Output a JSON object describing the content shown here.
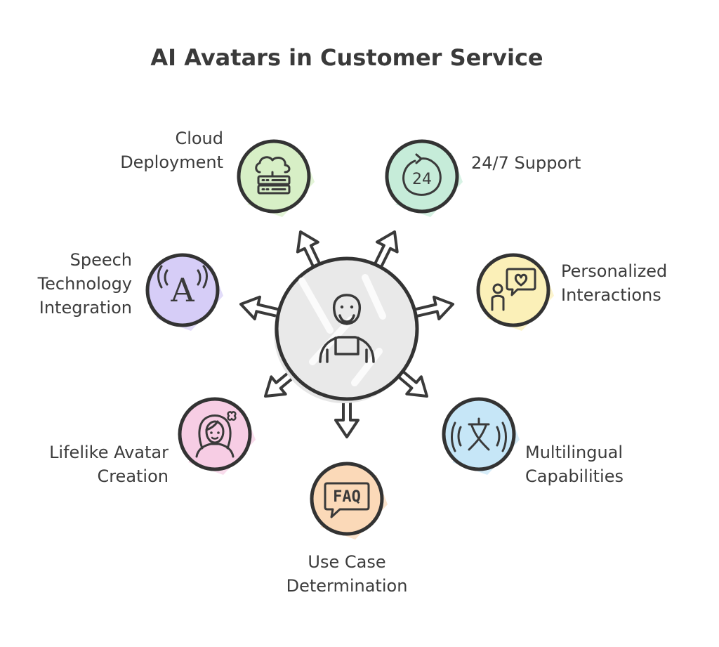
{
  "title": "AI Avatars in Customer Service",
  "center": {
    "icon": "person-icon"
  },
  "nodes": [
    {
      "id": "cloud-deployment",
      "lines": [
        "Cloud",
        "Deployment"
      ],
      "icon": "cloud-server-icon",
      "color": "#d7efc6"
    },
    {
      "id": "support-24-7",
      "lines": [
        "24/7 Support"
      ],
      "icon": "clock-24-icon",
      "color": "#c6ecd9"
    },
    {
      "id": "personalized-interactions",
      "lines": [
        "Personalized",
        "Interactions"
      ],
      "icon": "person-heart-icon",
      "color": "#fbf0b8"
    },
    {
      "id": "multilingual-capabilities",
      "lines": [
        "Multilingual",
        "Capabilities"
      ],
      "icon": "translate-icon",
      "color": "#c6e6f7"
    },
    {
      "id": "use-case-determination",
      "lines": [
        "Use Case",
        "Determination"
      ],
      "icon": "faq-icon",
      "color": "#fbd9b8"
    },
    {
      "id": "lifelike-avatar-creation",
      "lines": [
        "Lifelike Avatar",
        "Creation"
      ],
      "icon": "avatar-woman-icon",
      "color": "#f7cde4"
    },
    {
      "id": "speech-technology-integration",
      "lines": [
        "Speech",
        "Technology",
        "Integration"
      ],
      "icon": "speech-a-icon",
      "color": "#d6cdf7"
    }
  ]
}
